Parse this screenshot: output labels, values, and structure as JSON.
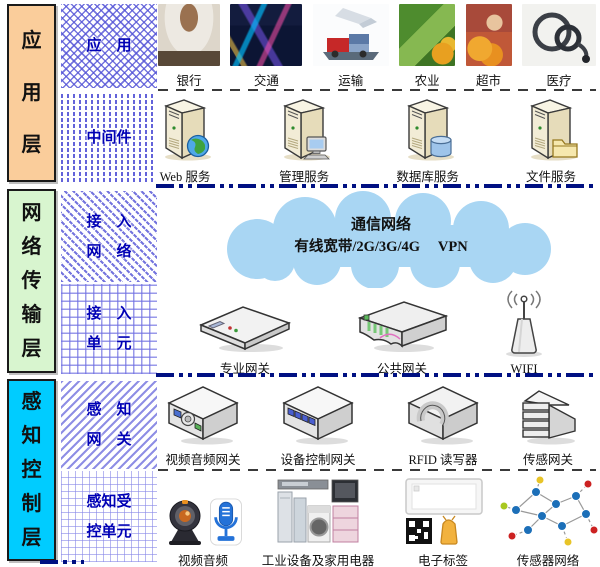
{
  "layers": [
    {
      "label": "应用层",
      "bg": "#facd9b"
    },
    {
      "label": "网络传输层",
      "bg": "#d8f5cf"
    },
    {
      "label": "感知控制层",
      "bg": "#00ccff"
    }
  ],
  "sublayers": [
    {
      "line1": "应　用",
      "line2": "",
      "pattern": "crosshatch"
    },
    {
      "line1": "中间件",
      "line2": "",
      "pattern": "vertical-dash"
    },
    {
      "line1": "接　入",
      "line2": "网　络",
      "pattern": "diagonal-weave"
    },
    {
      "line1": "接　入",
      "line2": "单　元",
      "pattern": "grid"
    },
    {
      "line1": "感　知",
      "line2": "网　关",
      "pattern": "diagonal-lines"
    },
    {
      "line1": "感知受",
      "line2": "控单元",
      "pattern": "fine-grid"
    }
  ],
  "applications": [
    {
      "label": "银行",
      "icon": "bank-photo"
    },
    {
      "label": "交通",
      "icon": "traffic-photo"
    },
    {
      "label": "运输",
      "icon": "logistics-photo"
    },
    {
      "label": "农业",
      "icon": "agriculture-photo"
    },
    {
      "label": "超市",
      "icon": "supermarket-photo"
    },
    {
      "label": "医疗",
      "icon": "medical-photo"
    }
  ],
  "middleware_services": [
    {
      "label": "Web 服务",
      "icon": "server-globe-icon"
    },
    {
      "label": "管理服务",
      "icon": "server-monitor-icon"
    },
    {
      "label": "数据库服务",
      "icon": "server-database-icon"
    },
    {
      "label": "文件服务",
      "icon": "server-folder-icon"
    }
  ],
  "network_cloud": {
    "title": "通信网络",
    "subtitle": "有线宽带/2G/3G/4G　 VPN",
    "color": "#a9d6f3"
  },
  "access_units": [
    {
      "label": "专业网关",
      "icon": "flat-gateway-icon"
    },
    {
      "label": "公共网关",
      "icon": "router-icon"
    },
    {
      "label": "WIFI",
      "icon": "wifi-antenna-icon"
    }
  ],
  "perception_gateways": [
    {
      "label": "视频音频网关",
      "icon": "av-gateway-icon"
    },
    {
      "label": "设备控制网关",
      "icon": "device-control-gateway-icon"
    },
    {
      "label": "RFID 读写器",
      "icon": "rfid-reader-icon"
    },
    {
      "label": "传感网关",
      "icon": "sensor-gateway-icon"
    }
  ],
  "perception_devices": [
    {
      "label": "视频音频",
      "icon": "webcam-mic-icon"
    },
    {
      "label": "工业设备及家用电器",
      "icon": "appliances-icon"
    },
    {
      "label": "电子标签",
      "icon": "etag-qrcode-icon"
    },
    {
      "label": "传感器网络",
      "icon": "sensor-network-icon"
    }
  ],
  "colors": {
    "pattern_blue": "#5252d6",
    "sub_text_blue": "#0000b5",
    "separator_navy": "#001082",
    "layer1_bg": "#facd9b",
    "layer2_bg": "#d8f5cf",
    "layer3_bg": "#00ccff",
    "cloud_fill": "#a9d6f3"
  }
}
